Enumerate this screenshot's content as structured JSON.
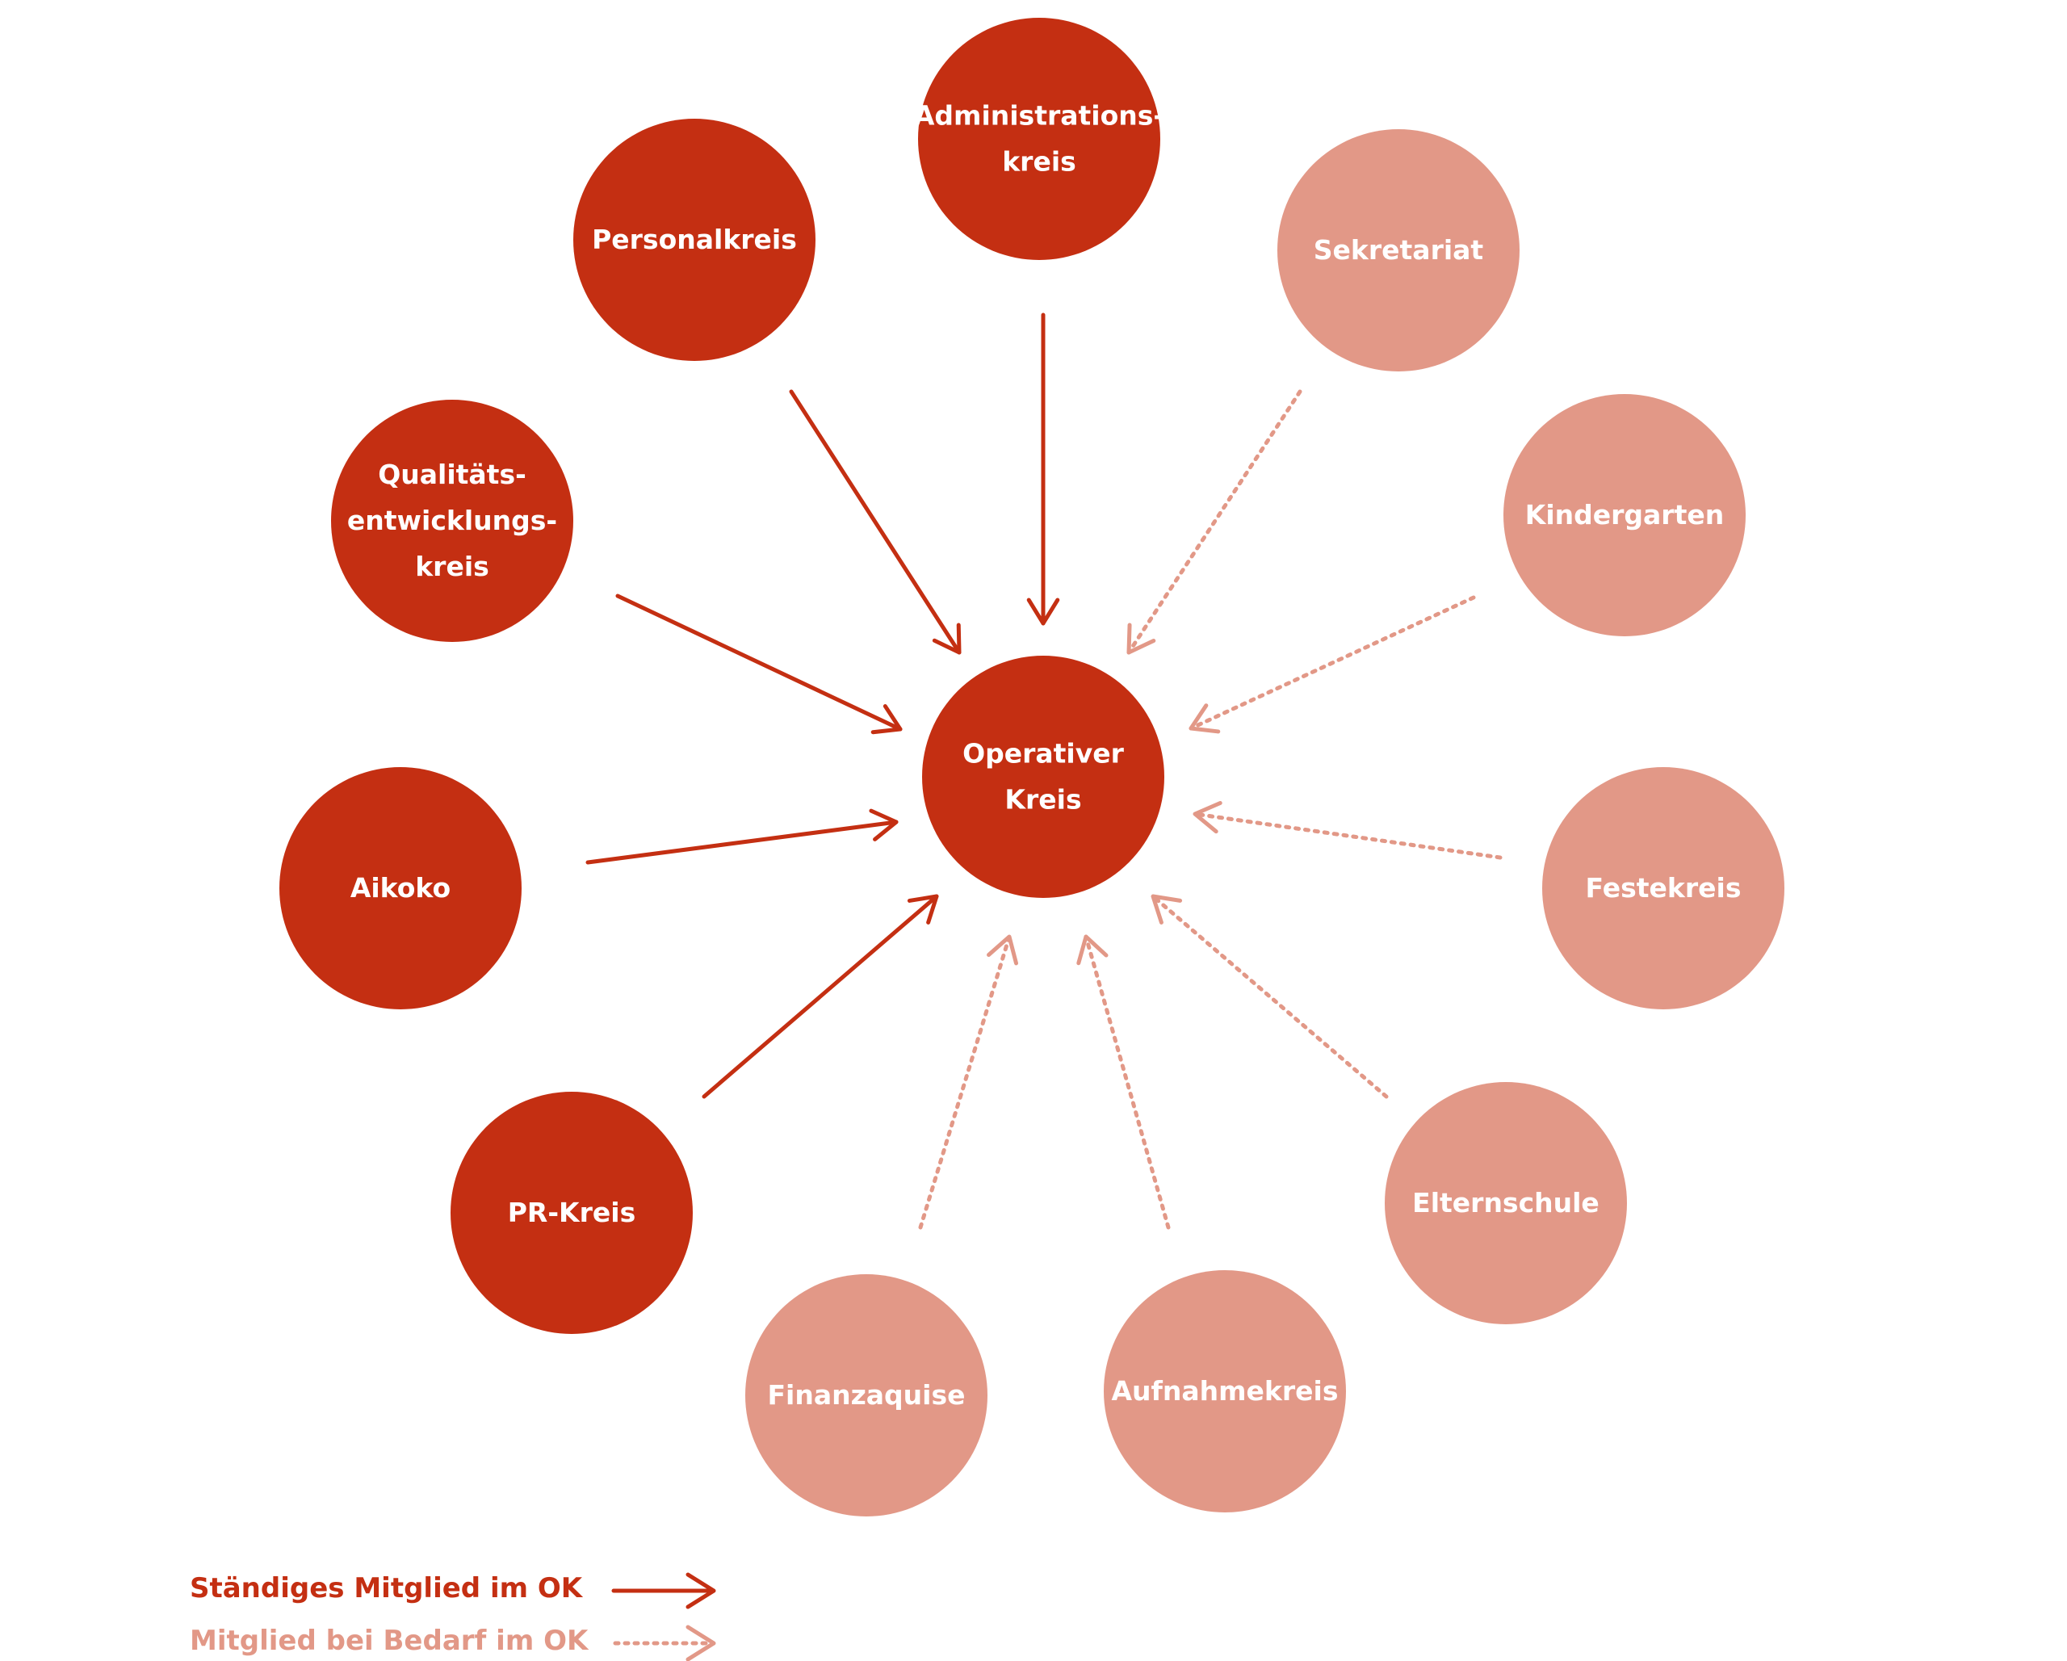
{
  "colors": {
    "permanent": "#C42F12",
    "on_demand": "#E29887",
    "label_text": "#FFFFFF",
    "background": "#FFFFFF"
  },
  "center": {
    "id": "operativer-kreis",
    "lines": [
      "Operativer",
      "Kreis"
    ],
    "kind": "permanent"
  },
  "nodes": [
    {
      "id": "administrationskreis",
      "lines": [
        "Administrations-",
        "kreis"
      ],
      "kind": "permanent"
    },
    {
      "id": "personalkreis",
      "lines": [
        "Personalkreis"
      ],
      "kind": "permanent"
    },
    {
      "id": "qualitaetsentwicklungskreis",
      "lines": [
        "Qualitäts-",
        "entwicklungs-",
        "kreis"
      ],
      "kind": "permanent"
    },
    {
      "id": "aikoko",
      "lines": [
        "Aikoko"
      ],
      "kind": "permanent"
    },
    {
      "id": "pr-kreis",
      "lines": [
        "PR-Kreis"
      ],
      "kind": "permanent"
    },
    {
      "id": "sekretariat",
      "lines": [
        "Sekretariat"
      ],
      "kind": "on_demand"
    },
    {
      "id": "kindergarten",
      "lines": [
        "Kindergarten"
      ],
      "kind": "on_demand"
    },
    {
      "id": "festekreis",
      "lines": [
        "Festekreis"
      ],
      "kind": "on_demand"
    },
    {
      "id": "elternschule",
      "lines": [
        "Elternschule"
      ],
      "kind": "on_demand"
    },
    {
      "id": "aufnahmekreis",
      "lines": [
        "Aufnahmekreis"
      ],
      "kind": "on_demand"
    },
    {
      "id": "finanzaquise",
      "lines": [
        "Finanzaquise"
      ],
      "kind": "on_demand"
    }
  ],
  "edges": [
    {
      "from": "administrationskreis",
      "to": "operativer-kreis",
      "kind": "permanent"
    },
    {
      "from": "personalkreis",
      "to": "operativer-kreis",
      "kind": "permanent"
    },
    {
      "from": "qualitaetsentwicklungskreis",
      "to": "operativer-kreis",
      "kind": "permanent"
    },
    {
      "from": "aikoko",
      "to": "operativer-kreis",
      "kind": "permanent"
    },
    {
      "from": "pr-kreis",
      "to": "operativer-kreis",
      "kind": "permanent"
    },
    {
      "from": "sekretariat",
      "to": "operativer-kreis",
      "kind": "on_demand"
    },
    {
      "from": "kindergarten",
      "to": "operativer-kreis",
      "kind": "on_demand"
    },
    {
      "from": "festekreis",
      "to": "operativer-kreis",
      "kind": "on_demand"
    },
    {
      "from": "elternschule",
      "to": "operativer-kreis",
      "kind": "on_demand"
    },
    {
      "from": "aufnahmekreis",
      "to": "operativer-kreis",
      "kind": "on_demand"
    },
    {
      "from": "finanzaquise",
      "to": "operativer-kreis",
      "kind": "on_demand"
    }
  ],
  "legend": {
    "permanent_label": "Ständiges Mitglied im OK",
    "on_demand_label": "Mitglied bei Bedarf im OK"
  }
}
